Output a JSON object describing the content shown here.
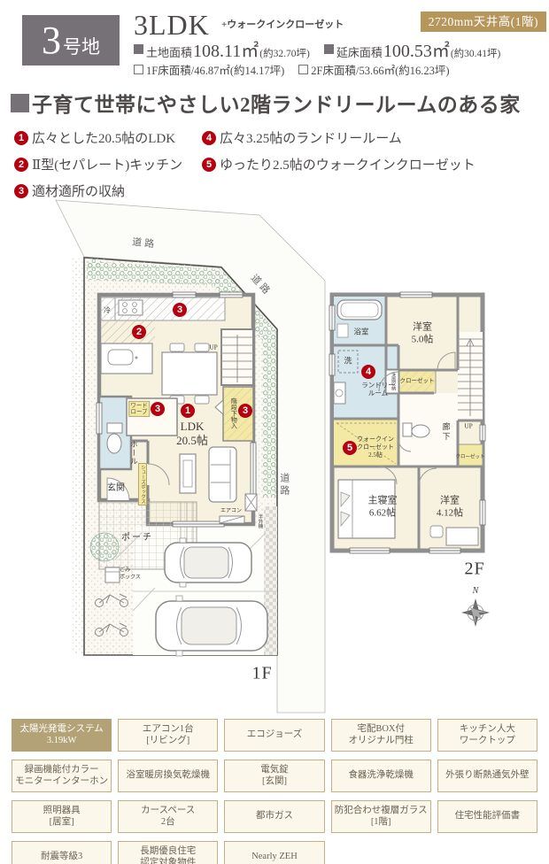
{
  "colors": {
    "accent_red": "#b5000f",
    "badge_gray": "#767077",
    "badge_gold": "#b7965c",
    "equip_highlight": "#b3a276",
    "equip_bg": "#fbf7ea",
    "equip_border": "#c3b086",
    "room_cream": "#f7f2df",
    "room_wet_blue": "#d5e6ec",
    "closet_yellow": "#f3e9a4"
  },
  "header": {
    "lot_number": "3",
    "lot_suffix": "号地",
    "plan_type": "3LDK",
    "plan_suffix": "+ウォークインクローゼット",
    "ceiling_badge": "2720mm天井高(1階)",
    "area_main": [
      {
        "label": "土地面積",
        "value": "108.11㎡",
        "note": "(約32.70坪)"
      },
      {
        "label": "延床面積",
        "value": "100.53㎡",
        "note": "(約30.41坪)"
      }
    ],
    "area_sub": [
      {
        "label": "1F床面積/",
        "value": "46.87㎡",
        "note": "(約14.17坪)"
      },
      {
        "label": "2F床面積/",
        "value": "53.66㎡",
        "note": "(約16.23坪)"
      }
    ]
  },
  "headline": {
    "text": "子育て世帯にやさしい2階ランドリールームのある家"
  },
  "features": {
    "col1": [
      {
        "num": "1",
        "text": "広々とした20.5帖のLDK"
      },
      {
        "num": "2",
        "text": "Ⅱ型(セパレート)キッチン"
      },
      {
        "num": "3",
        "text": "適材適所の収納"
      }
    ],
    "col2": [
      {
        "num": "4",
        "text": "広々3.25帖のランドリールーム"
      },
      {
        "num": "5",
        "text": "ゆったり2.5帖のウォークインクローゼット"
      }
    ]
  },
  "plan1f": {
    "floor_label": "1F",
    "road_top": "道路",
    "road_diag": "道路",
    "road_side": "道路",
    "fridge": "冷",
    "up": "UP",
    "stair_storage": "階段下物入",
    "wardrobe": "ワード\nローブ",
    "ldk": "LDK\n20.5帖",
    "hall": "ホール",
    "entrance": "玄関",
    "shoebox": "シューズボックス",
    "porch": "ポーチ",
    "trash_box": "ごみ\nボックス",
    "aircon": "エアコン",
    "outdoor_unit": "半外機",
    "markers": [
      {
        "num": "3"
      },
      {
        "num": "2"
      },
      {
        "num": "3"
      },
      {
        "num": "1"
      },
      {
        "num": "3"
      }
    ]
  },
  "plan2f": {
    "floor_label": "2F",
    "bath": "浴室",
    "washer": "洗",
    "laundry": "ランドリー\nルーム",
    "vanity_storage": "洗面収納",
    "closet_top": "クローゼット",
    "room5": "洋室\n5.0帖",
    "up": "UP",
    "corridor": "廊下",
    "wic": "ウォークイン\nクローゼット\n2.5帖",
    "closet_right": "クローゼット",
    "master": "主寝室\n6.62帖",
    "room4": "洋室\n4.12帖",
    "compass": "N",
    "markers": [
      {
        "num": "4"
      },
      {
        "num": "5"
      }
    ]
  },
  "equipment": {
    "items": [
      {
        "label": "太陽光発電システム\n3.19kW"
      },
      {
        "label": "エアコン1台\n[リビング]"
      },
      {
        "label": "エコジョーズ"
      },
      {
        "label": "宅配BOX付\nオリジナル門柱"
      },
      {
        "label": "キッチン人大\nワークトップ"
      },
      {
        "label": "録画機能付カラー\nモニターインターホン"
      },
      {
        "label": "浴室暖房換気乾燥機"
      },
      {
        "label": "電気錠\n[玄関]"
      },
      {
        "label": "食器洗浄乾燥機"
      },
      {
        "label": "外張り断熱通気外壁"
      },
      {
        "label": "照明器具\n[居室]"
      },
      {
        "label": "カースペース\n2台"
      },
      {
        "label": "都市ガス"
      },
      {
        "label": "防犯合わせ複層ガラス\n[1階]"
      },
      {
        "label": "住宅性能評価書"
      },
      {
        "label": "耐震等級3"
      },
      {
        "label": "長期優良住宅\n認定対象物件"
      },
      {
        "label": "Nearly ZEH"
      }
    ]
  }
}
